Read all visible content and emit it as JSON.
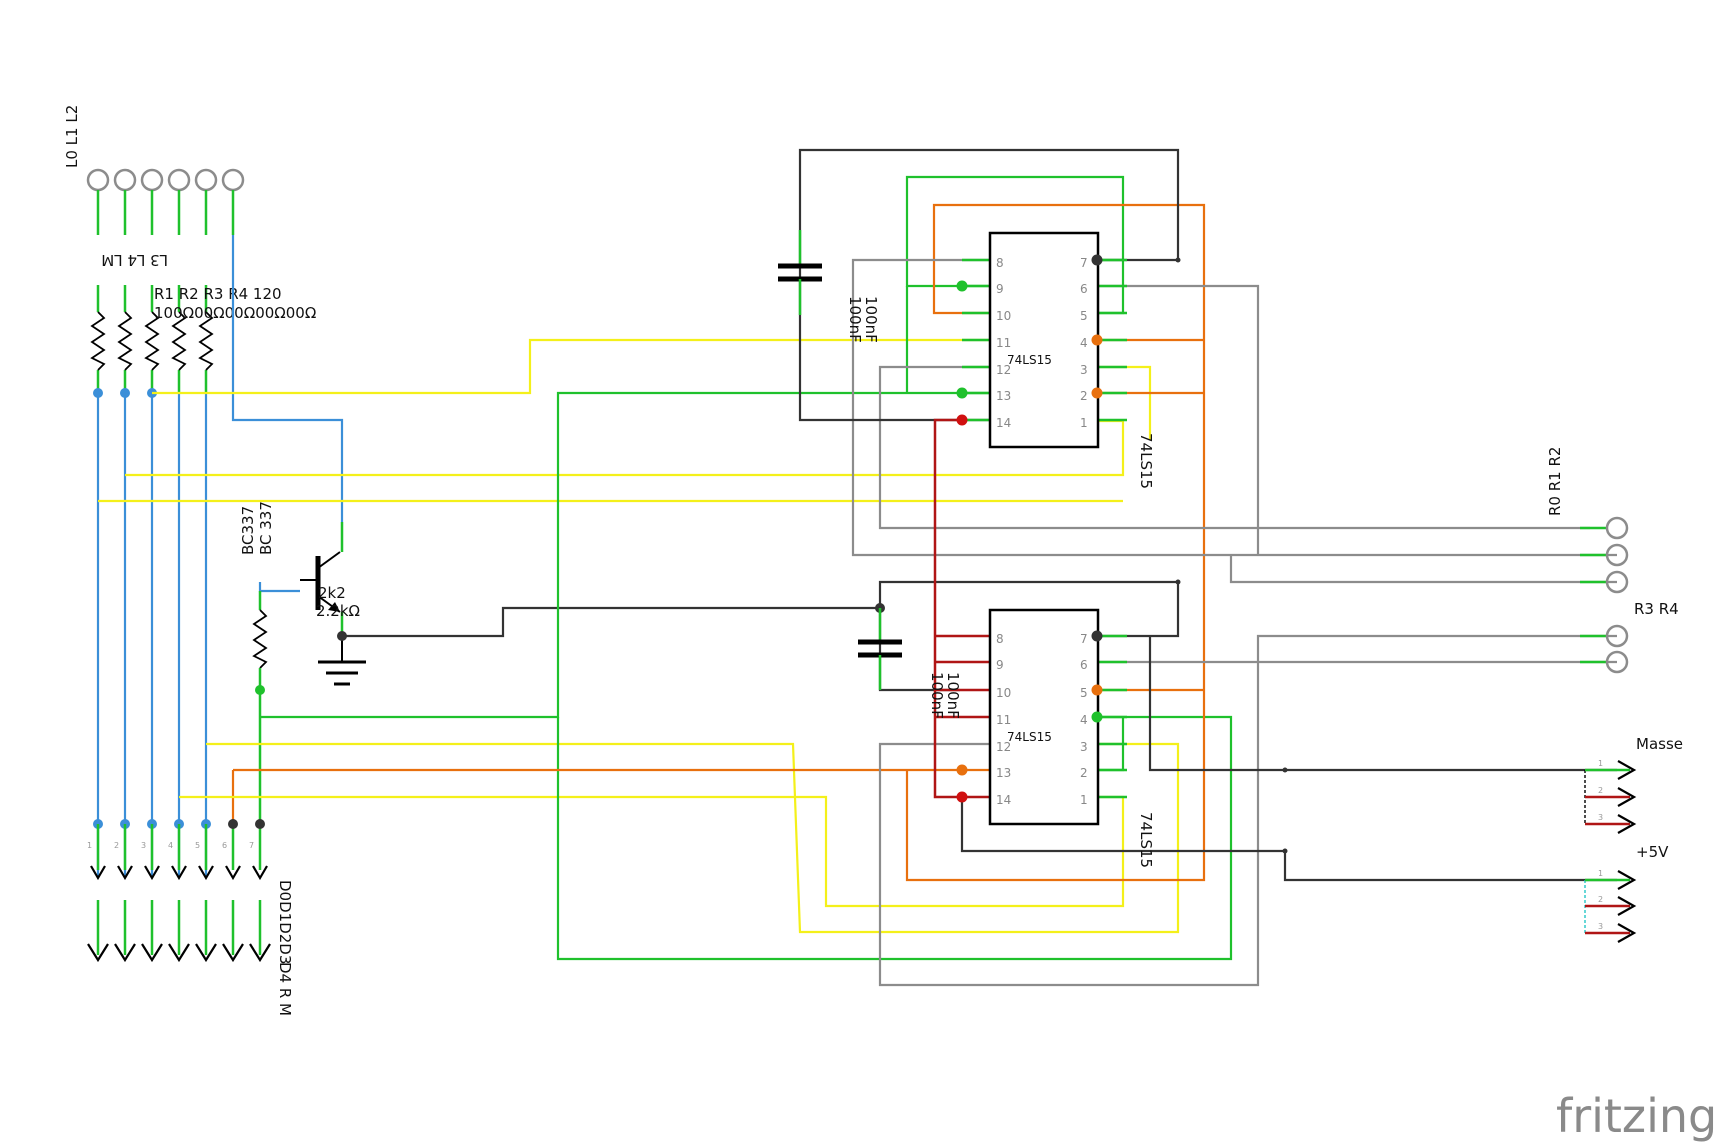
{
  "labels": {
    "l_left_top": "L0 L1 L2",
    "l_left_mid": "L3 L4 LM",
    "resistors_top": "R1  R2  R3  R4  120",
    "resistors_bottom": "100Ω00Ω00Ω00Ω00Ω",
    "transistor_1": "BC337",
    "transistor_2": "BC 337",
    "base_res_1": "2k2",
    "base_res_2": "2.2kΩ",
    "data_out_1": "D0D1D2D3",
    "data_out_2": "D4 R M",
    "cap_top_1": "100nF",
    "cap_top_2": "100nF",
    "cap_bottom_1": "100nF",
    "cap_bottom_2": "100nF",
    "ic_top": "74LS15",
    "ic_top_side": "74LS15",
    "ic_bottom": "74LS15",
    "ic_bottom_side": "74LS15",
    "r_right_top": "R0 R1 R2",
    "r_right_mid": "R3 R4",
    "gnd_label": "Masse",
    "vcc_label": "+5V",
    "logo": "fritzing"
  },
  "ic_pins": {
    "left": [
      "8",
      "9",
      "10",
      "11",
      "12",
      "13",
      "14"
    ],
    "right": [
      "7",
      "6",
      "5",
      "4",
      "3",
      "2",
      "1"
    ]
  },
  "connector_pins": [
    "1",
    "2",
    "3",
    "4",
    "5",
    "6",
    "7"
  ],
  "power_pins": [
    "1",
    "2",
    "3"
  ],
  "colors": {
    "blue": "#3b8fd8",
    "green": "#1fc12c",
    "yellow": "#f4f01a",
    "orange": "#e8700e",
    "gray": "#8c8c8c",
    "dark": "#333333",
    "red": "#b01515"
  }
}
